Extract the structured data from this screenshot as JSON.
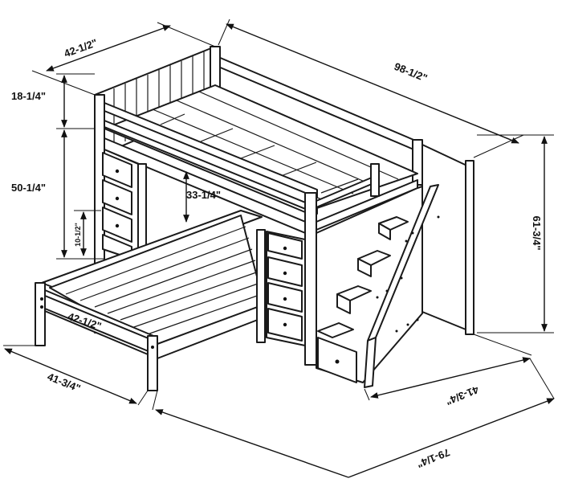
{
  "dimensions": {
    "top_depth": "42-1/2\"",
    "overall_length": "98-1/2\"",
    "rail_height": "18-1/4\"",
    "underside_height": "50-1/4\"",
    "overall_height": "61-3/4\"",
    "drawer_height": "10-1/2\"",
    "lower_clearance": "33-1/4\"",
    "lower_bed_width": "42-1/2\"",
    "lower_bed_depth": "41-3/4\"",
    "stair_depth": "41-3/4\"",
    "overall_width": "79-1/4\""
  }
}
